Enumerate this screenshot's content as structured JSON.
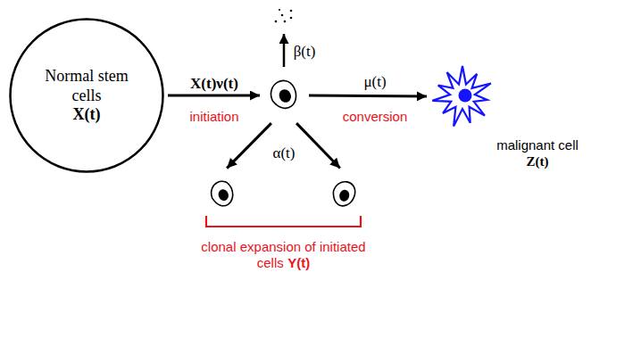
{
  "diagram": {
    "nodes": [
      {
        "text": [
          "Normal stem cells",
          "X(t)"
        ]
      },
      {
        "text": []
      },
      {
        "text": [
          "clonal expansion of initiated cells",
          "Y(t)"
        ]
      },
      {
        "text": [
          "malignant cell",
          "Z(t)"
        ]
      }
    ],
    "edges": [
      {
        "from": 0,
        "to": 1,
        "arrow": "to",
        "label": "X(t)ν(t)"
      },
      {
        "from": 1,
        "to": 2,
        "arrow": "to",
        "label": "α(t)"
      },
      {
        "from": 1,
        "to": 2,
        "arrow": "to"
      },
      {
        "from": 1,
        "to": 3,
        "arrow": "to",
        "label": "μ(t)"
      }
    ],
    "labels": [
      "β(t)",
      "initiation",
      "conversion"
    ]
  }
}
